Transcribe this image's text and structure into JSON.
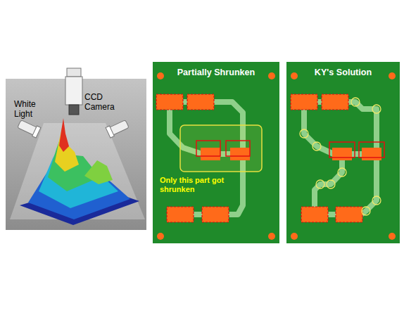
{
  "diagram": {
    "nodes": [
      {
        "text": [
          "White Light",
          "CCD Camera"
        ]
      },
      {
        "text": [
          "Partially Shrunken",
          "Only this part got shrunken"
        ]
      },
      {
        "text": [
          "KY's Solution"
        ]
      }
    ]
  }
}
